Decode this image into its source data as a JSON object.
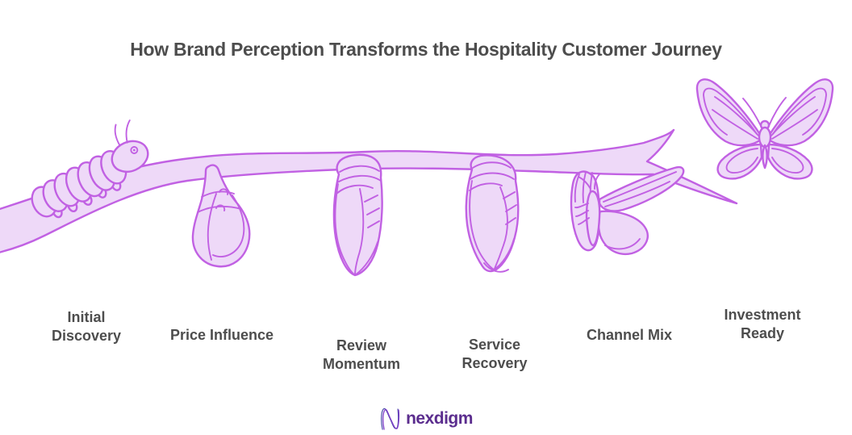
{
  "title": "How Brand Perception Transforms the Hospitality Customer Journey",
  "stages": [
    {
      "name": "Initial Discovery",
      "lines": [
        "Initial",
        "Discovery"
      ],
      "icon": "caterpillar-icon"
    },
    {
      "name": "Price Influence",
      "lines": [
        "Price Influence"
      ],
      "icon": "cocoon-icon"
    },
    {
      "name": "Review Momentum",
      "lines": [
        "Review",
        "Momentum"
      ],
      "icon": "chrysalis-icon"
    },
    {
      "name": "Service Recovery",
      "lines": [
        "Service",
        "Recovery"
      ],
      "icon": "chrysalis-maturing-icon"
    },
    {
      "name": "Channel Mix",
      "lines": [
        "Channel Mix"
      ],
      "icon": "emerging-butterfly-icon"
    },
    {
      "name": "Investment Ready",
      "lines": [
        "Investment",
        "Ready"
      ],
      "icon": "butterfly-icon"
    }
  ],
  "logo": {
    "wordmark": "nexdigm",
    "icon": "nexdigm-n-icon"
  },
  "colors": {
    "artwork_fill": "#eed9f8",
    "artwork_stroke": "#c161e3",
    "text_dark": "#4d4d4d",
    "logo_purple": "#5b2d8e",
    "logo_icon_blue": "#4c4da8",
    "logo_icon_violet": "#7d3cc8"
  }
}
